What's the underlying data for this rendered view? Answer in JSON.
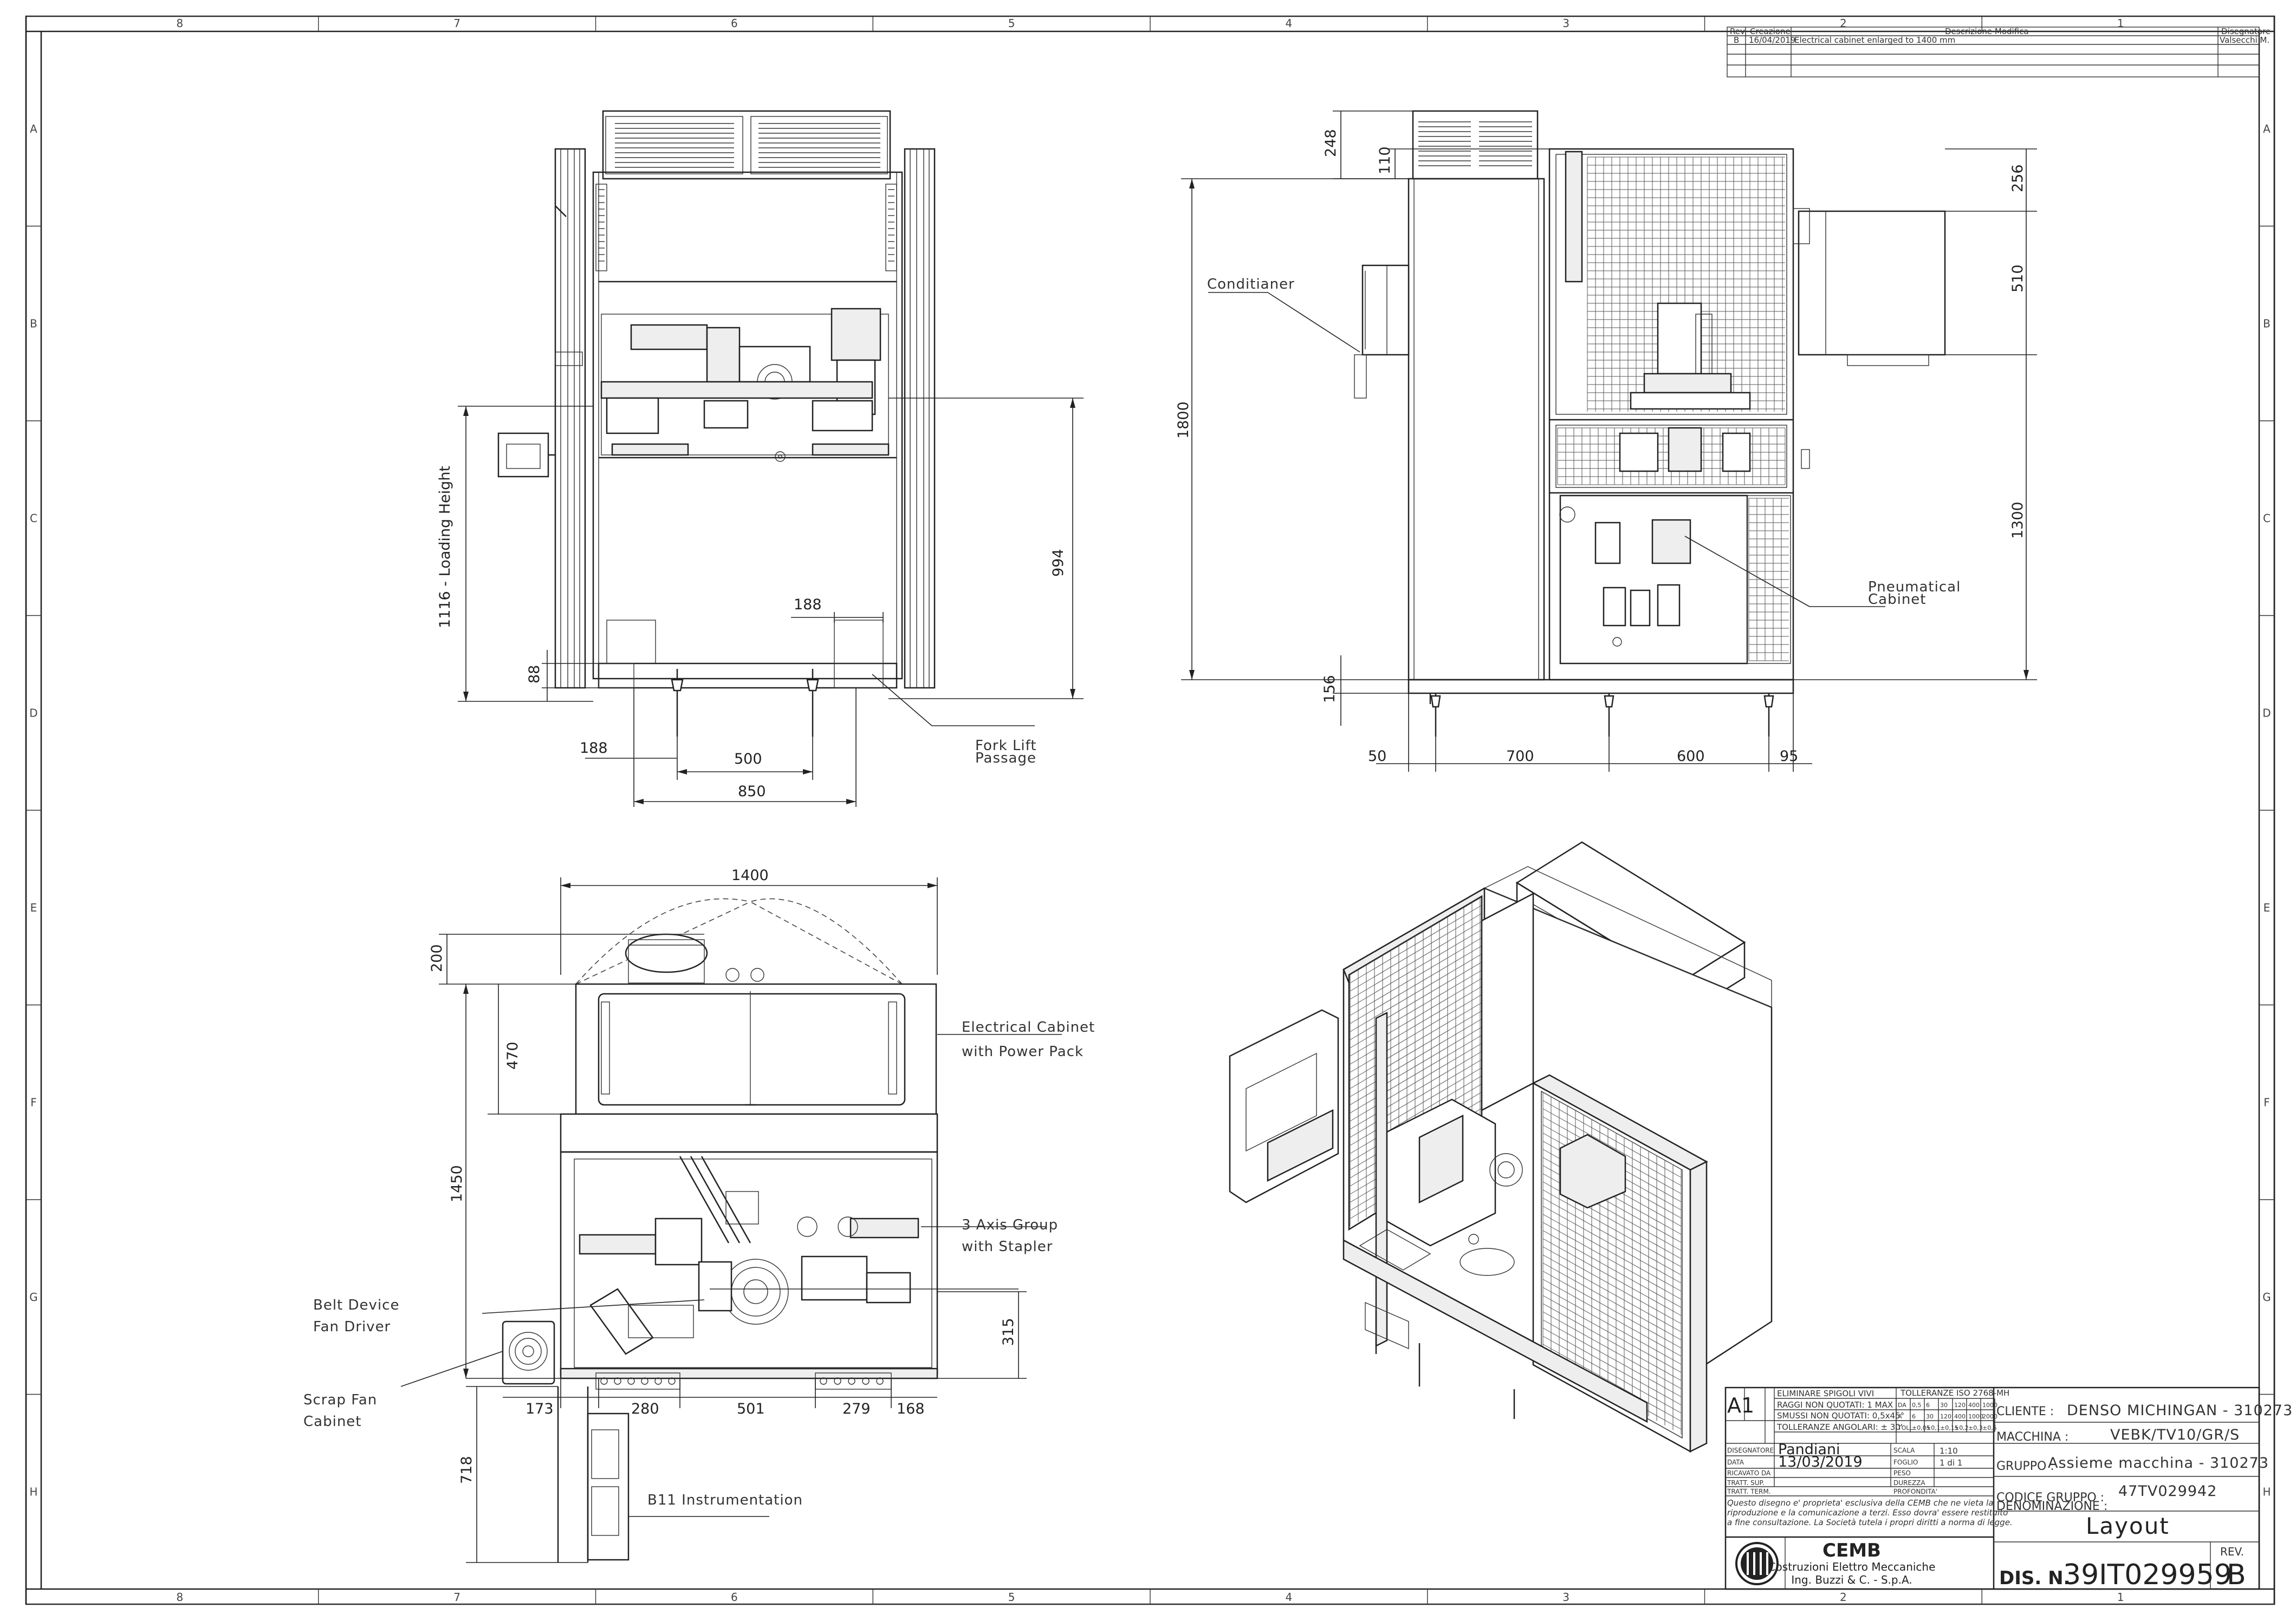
{
  "frame": {
    "columns": [
      "8",
      "7",
      "6",
      "5",
      "4",
      "3",
      "2",
      "1"
    ],
    "rows": [
      "A",
      "B",
      "C",
      "D",
      "E",
      "F",
      "G",
      "H"
    ]
  },
  "revision_table": {
    "headers": [
      "Rev.",
      "Creazione",
      "Descrizione Modifica",
      "Disegnatore"
    ],
    "rows": [
      {
        "rev": "B",
        "date": "16/04/2019",
        "description": "Electrical cabinet enlarged to 1400 mm",
        "designer": "Valsecchi M."
      }
    ]
  },
  "front_view": {
    "labels": {
      "loading_height": "1116 - Loading Height",
      "fork_lift_1": "Fork Lift",
      "fork_lift_2": "Passage"
    },
    "dims": {
      "d994": "994",
      "d188_top": "188",
      "d88": "88",
      "d188_left": "188",
      "d500": "500",
      "d850": "850"
    }
  },
  "side_view": {
    "labels": {
      "conditioner": "Conditianer",
      "pneumatical_1": "Pneumatical",
      "pneumatical_2": "Cabinet"
    },
    "dims": {
      "d248": "248",
      "d110": "110",
      "d1800": "1800",
      "d156": "156",
      "d256": "256",
      "d510": "510",
      "d1300": "1300",
      "d50": "50",
      "d700": "700",
      "d600": "600",
      "d95": "95"
    }
  },
  "top_view": {
    "labels": {
      "electrical_1": "Electrical Cabinet",
      "electrical_2": "with Power Pack",
      "axis_1": "3 Axis Group",
      "axis_2": "with Stapler",
      "belt_1": "Belt Device",
      "belt_2": "Fan Driver",
      "scrap_1": "Scrap Fan",
      "scrap_2": "Cabinet",
      "instrumentation": "B11 Instrumentation"
    },
    "dims": {
      "d1400": "1400",
      "d200": "200",
      "d470": "470",
      "d1450": "1450",
      "d315": "315",
      "d173": "173",
      "d280": "280",
      "d501": "501",
      "d279": "279",
      "d168": "168",
      "d718": "718"
    }
  },
  "title_block": {
    "format": "A1",
    "rules": [
      {
        "label": "ELIMINARE SPIGOLI VIVI"
      },
      {
        "label": "RAGGI NON QUOTATI: 1 MAX"
      },
      {
        "label": "SMUSSI NON QUOTATI: 0,5x45°"
      },
      {
        "label": "TOLLERANZE ANGOLARI: ± 30'"
      }
    ],
    "tolerance_header": "TOLLERANZE ISO 2768-MH",
    "tolerance_ranges": [
      "DA",
      "0,5",
      "6",
      "30",
      "120",
      "400",
      "1000"
    ],
    "tolerance_a": [
      "A",
      "6",
      "30",
      "120",
      "400",
      "1000",
      "2000"
    ],
    "tolerance_values": [
      "TOLL.",
      "±0,05",
      "±0,1",
      "±0,15",
      "±0,2",
      "±0,3",
      "±0,5"
    ],
    "fields": {
      "disegnatore_label": "DISEGNATORE",
      "disegnatore": "Pandiani",
      "data_label": "DATA",
      "data": "13/03/2019",
      "ricavato_label": "RICAVATO DA",
      "tratt_sup_label": "TRATT. SUP.",
      "tratt_term_label": "TRATT. TERM.",
      "scala_label": "SCALA",
      "scala": "1:10",
      "foglio_label": "FOGLIO",
      "foglio": "1 di 1",
      "peso_label": "PESO",
      "durezza_label": "DUREZZA",
      "profondita_label": "PROFONDITA'"
    },
    "notice": [
      "Questo disegno e' proprieta' esclusiva della CEMB che ne vieta la",
      "riproduzione e la comunicazione a terzi. Esso dovra' essere restituito",
      "a fine consultazione. La Società tutela i propri diritti a norma di legge."
    ],
    "company": {
      "name": "CEMB",
      "line1": "Costruzioni Elettro Meccaniche",
      "line2": "Ing. Buzzi & C. - S.p.A."
    },
    "cliente_label": "CLIENTE :",
    "cliente": "DENSO MICHINGAN - 310273",
    "macchina_label": "MACCHINA :",
    "macchina": "VEBK/TV10/GR/S",
    "gruppo_label": "GRUPPO :",
    "gruppo": "Assieme macchina - 310273",
    "codice_label": "CODICE GRUPPO :",
    "codice": "47TV029942",
    "denominazione_label": "DENOMINAZIONE :",
    "denominazione": "Layout",
    "dis_label": "DIS. N.",
    "dis": "39IT029959",
    "rev_label": "REV.",
    "rev": "B"
  }
}
